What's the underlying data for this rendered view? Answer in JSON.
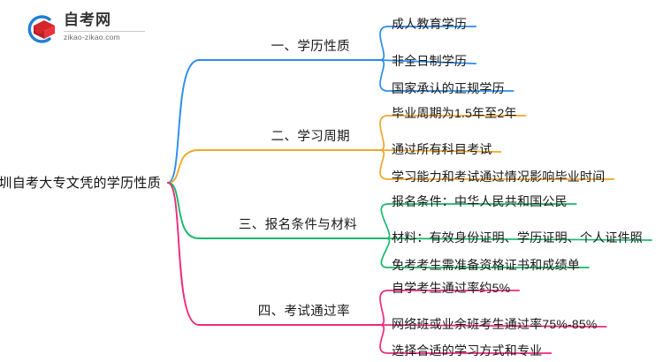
{
  "logo": {
    "name_cn": "自考网",
    "url": "zikao-zikao.com",
    "mark_icon": "graduation-book-icon",
    "arc_color": "#1f7fd4",
    "cap_color": "#d4262b"
  },
  "mindmap": {
    "root": {
      "label": "深圳自考大专文凭的学历性质"
    },
    "branches": [
      {
        "label": "一、学历性质",
        "color": "#2b8cf0",
        "children": [
          {
            "label": "成人教育学历"
          },
          {
            "label": "非全日制学历"
          },
          {
            "label": "国家承认的正规学历"
          }
        ]
      },
      {
        "label": "二、学习周期",
        "color": "#efa72c",
        "children": [
          {
            "label": "毕业周期为1.5年至2年"
          },
          {
            "label": "通过所有科目考试"
          },
          {
            "label": "学习能力和考试通过情况影响毕业时间"
          }
        ]
      },
      {
        "label": "三、报名条件与材料",
        "color": "#17b86a",
        "children": [
          {
            "label": "报名条件：中华人民共和国公民"
          },
          {
            "label": "材料：有效身份证明、学历证明、个人证件照"
          },
          {
            "label": "免考考生需准备资格证书和成绩单"
          }
        ]
      },
      {
        "label": "四、考试通过率",
        "color": "#ec2a7b",
        "children": [
          {
            "label": "自学考生通过率约5%"
          },
          {
            "label": "网络班或业余班考生通过率75%-85%"
          },
          {
            "label": "选择合适的学习方式和专业"
          }
        ]
      }
    ]
  }
}
